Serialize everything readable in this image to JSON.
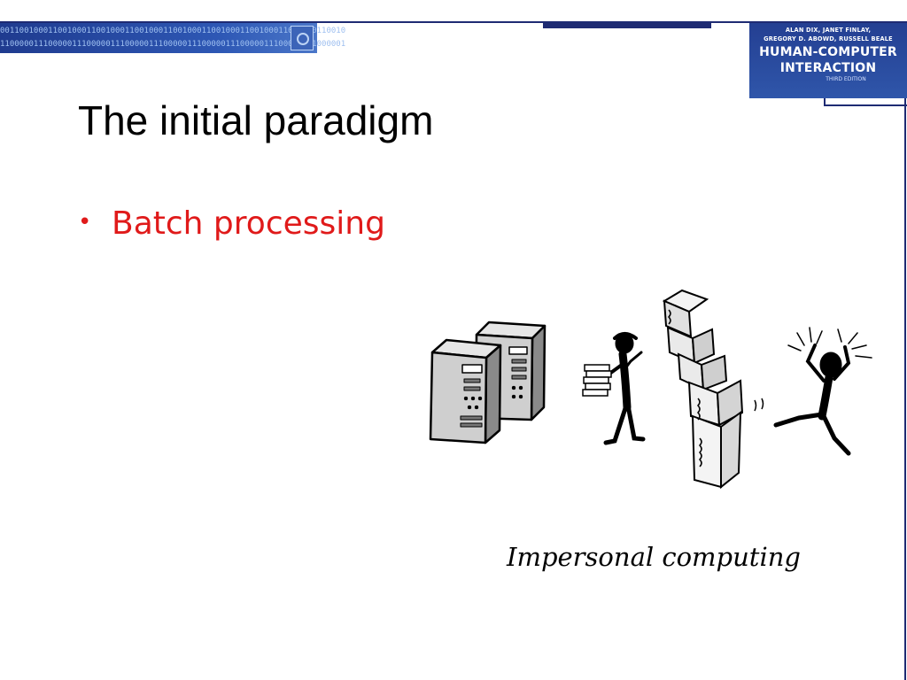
{
  "header": {
    "binary_row_1": "001100100011001000110010001100100011001000110010001100100011001000110010",
    "binary_row_2": "110000011100000111000001110000011100000111000001110000011100000111000001",
    "cover": {
      "authors_line_1": "ALAN DIX, JANET FINLAY,",
      "authors_line_2": "GREGORY D. ABOWD, RUSSELL BEALE",
      "title_line_1": "HUMAN-COMPUTER",
      "title_line_2": "INTERACTION",
      "edition": "THIRD EDITION"
    }
  },
  "slide": {
    "title": "The initial paradigm",
    "bullets": [
      {
        "text": "Batch processing"
      }
    ],
    "caption": "Impersonal computing"
  },
  "colors": {
    "accent_navy": "#1e2b73",
    "bullet_red": "#e01a1a",
    "cover_blue": "#2f56aa"
  }
}
